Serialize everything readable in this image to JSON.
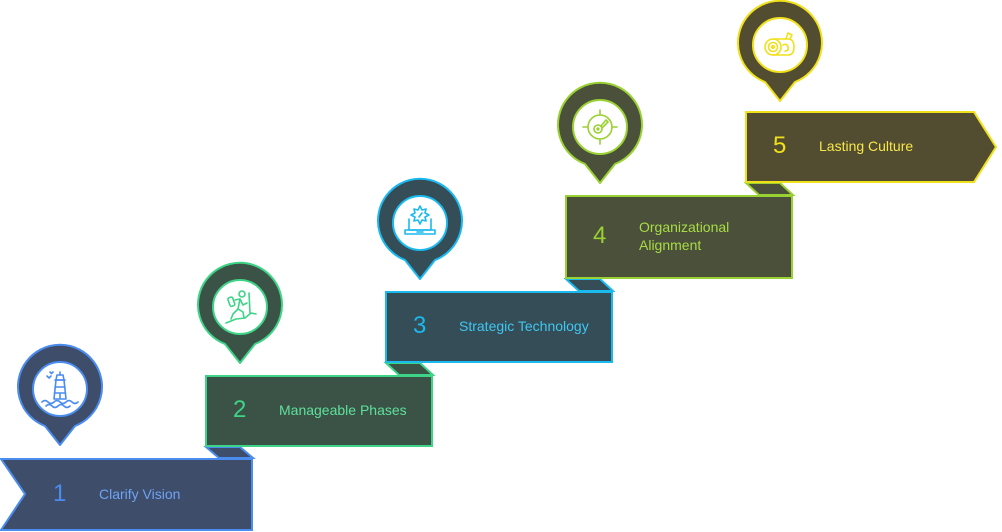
{
  "diagram": {
    "type": "staircase-process",
    "steps": [
      {
        "number": "1",
        "label": "Clarify Vision",
        "icon": "lighthouse-icon",
        "fill": "#3d4d6a",
        "stroke": "#4a8cf0",
        "text": "#6fa3f5",
        "num_color": "#4a8cf0"
      },
      {
        "number": "2",
        "label": "Manageable Phases",
        "icon": "hiker-icon",
        "fill": "#3b5247",
        "stroke": "#3ed487",
        "text": "#5fe09a",
        "num_color": "#3ed487"
      },
      {
        "number": "3",
        "label": "Strategic Technology",
        "icon": "laptop-gear-icon",
        "fill": "#344d56",
        "stroke": "#1ab9ee",
        "text": "#3fc6f2",
        "num_color": "#1ab9ee"
      },
      {
        "number": "4",
        "label": "Organizational Alignment",
        "label_lines": [
          "Organizational",
          "Alignment"
        ],
        "icon": "target-gauge-icon",
        "fill": "#4a503a",
        "stroke": "#9ad132",
        "text": "#a8dc45",
        "num_color": "#9ad132"
      },
      {
        "number": "5",
        "label": "Lasting Culture",
        "icon": "wood-log-icon",
        "fill": "#524d30",
        "stroke": "#f0e01a",
        "text": "#f5e74a",
        "num_color": "#f0e01a"
      }
    ]
  }
}
